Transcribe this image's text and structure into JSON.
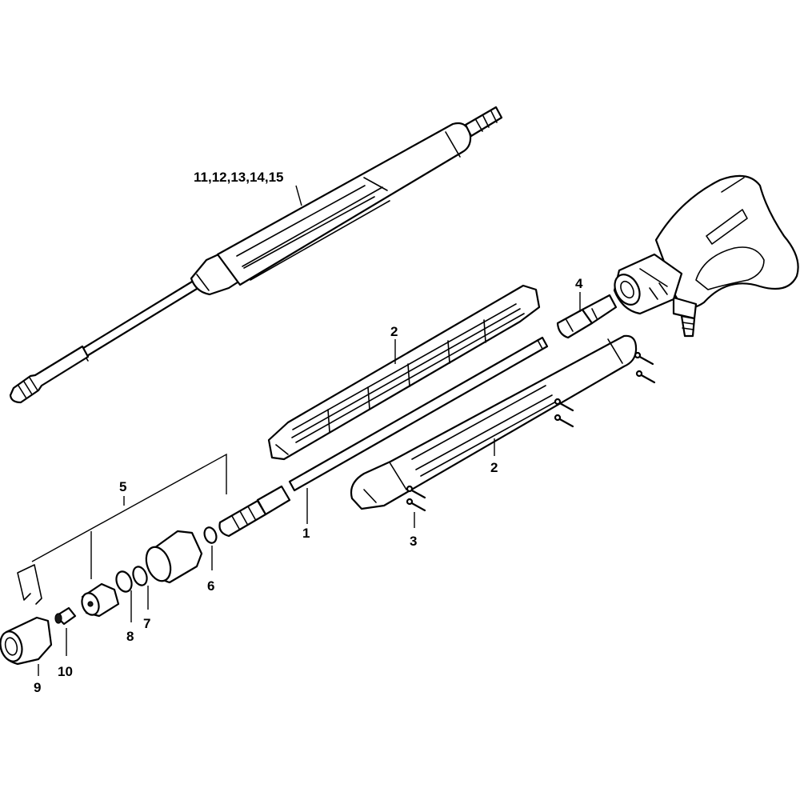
{
  "callouts": {
    "lance_assembly": "11,12,13,14,15",
    "pipe": "1",
    "handle_half_upper": "2",
    "handle_half_lower": "2",
    "screws": "3",
    "nipple": "4",
    "nozzle_set": "5",
    "o_ring_small": "6",
    "o_ring_7": "7",
    "o_ring_8": "8",
    "nozzle_cap": "9",
    "nozzle_insert": "10"
  },
  "colors": {
    "line": "#000000",
    "background": "#ffffff"
  }
}
